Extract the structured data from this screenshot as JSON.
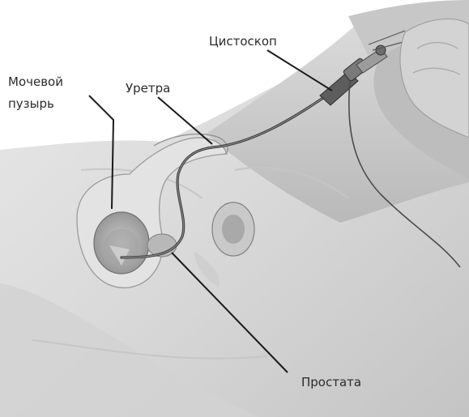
{
  "labels": {
    "cystoscope": "Цистоскоп",
    "bladder_line1": "Мочевой",
    "bladder_line2": "пузырь",
    "urethra": "Уретра",
    "prostate": "Простата"
  }
}
